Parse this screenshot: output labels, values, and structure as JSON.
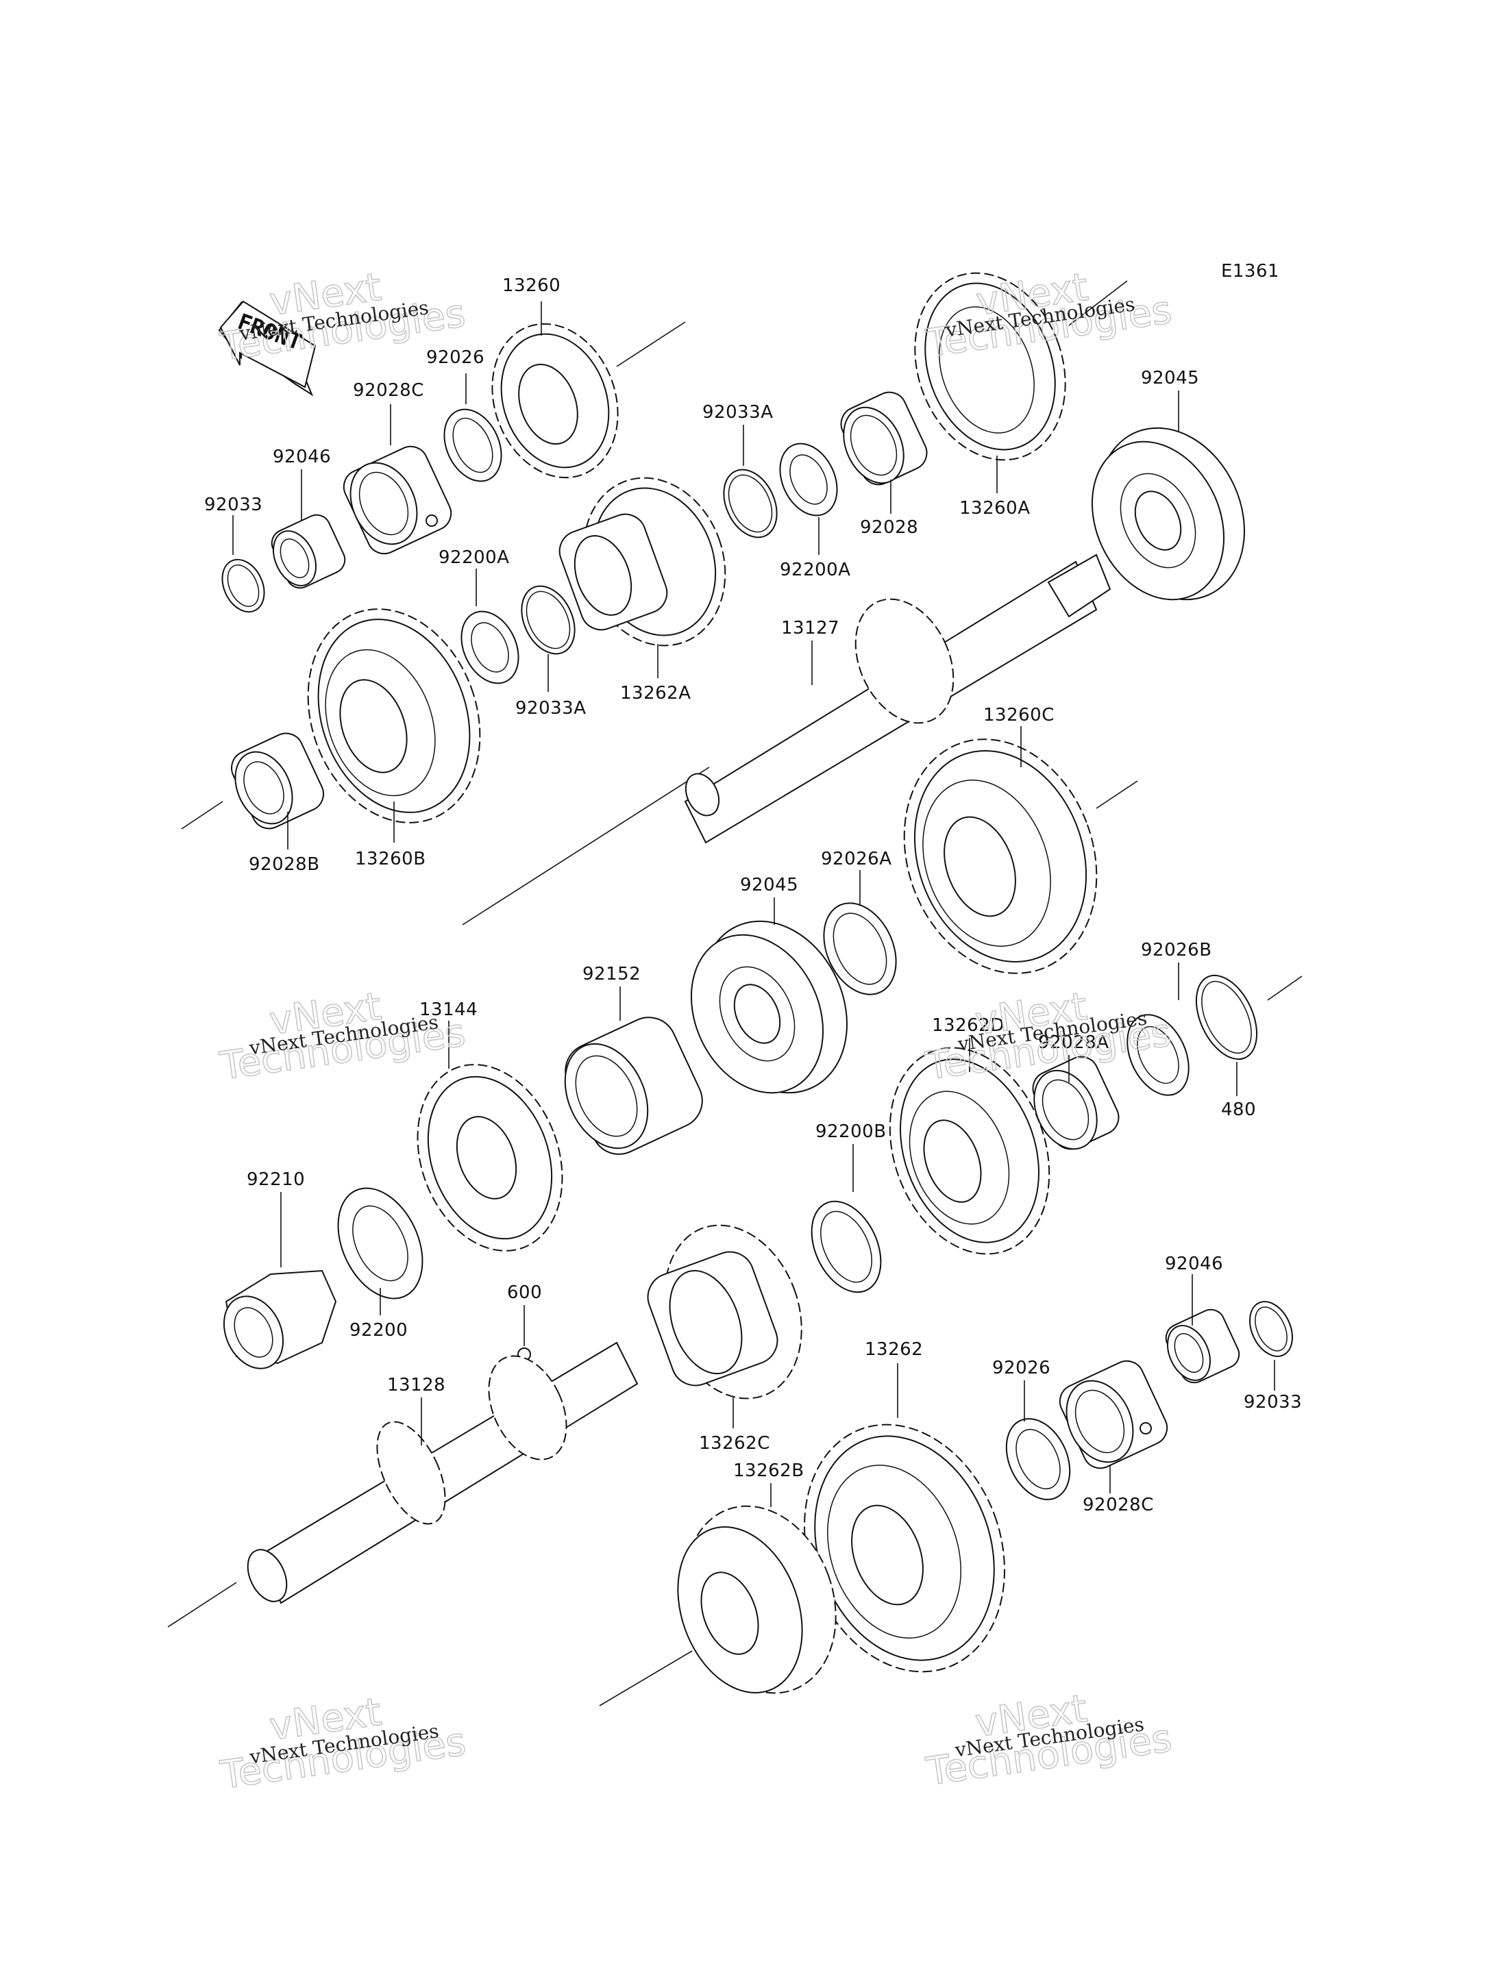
{
  "diagram_code": "E1361",
  "front_label": "FRONT",
  "watermark": {
    "line1": "vNext Technologies",
    "big_line1": "vNext",
    "big_line2": "Technologies"
  },
  "labels": {
    "p13260": "13260",
    "p92026_top": "92026",
    "p92028C_top": "92028C",
    "p92046_top": "92046",
    "p92033_top": "92033",
    "p92200A_left": "92200A",
    "p92033A_left": "92033A",
    "p13262A": "13262A",
    "p92033A_right": "92033A",
    "p92200A_right": "92200A",
    "p92028": "92028",
    "p13260A": "13260A",
    "p92045_top": "92045",
    "p13127": "13127",
    "p13260B": "13260B",
    "p92028B": "92028B",
    "p13260C": "13260C",
    "p92026A": "92026A",
    "p92045_mid": "92045",
    "p92152": "92152",
    "p13144": "13144",
    "p92026B": "92026B",
    "p92028A": "92028A",
    "p13262D": "13262D",
    "p480": "480",
    "p92210": "92210",
    "p92200": "92200",
    "p92200B": "92200B",
    "p600": "600",
    "p13128": "13128",
    "p13262C": "13262C",
    "p13262": "13262",
    "p92046_bot": "92046",
    "p92026_bot": "92026",
    "p92033_bot": "92033",
    "p92028C_bot": "92028C",
    "p13262B": "13262B"
  }
}
